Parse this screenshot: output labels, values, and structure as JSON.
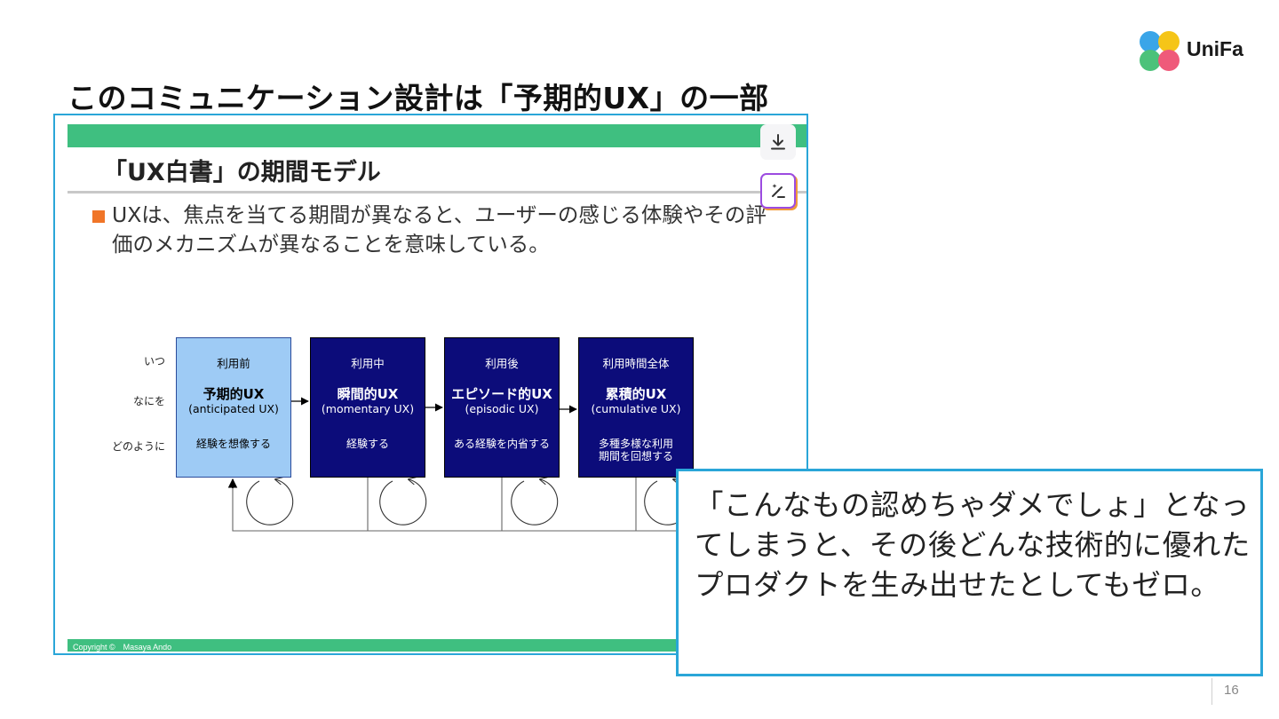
{
  "page": {
    "title": "このコミュニケーション設計は「予期的UX」の一部",
    "page_number": "16"
  },
  "logo": {
    "text": "UniFa"
  },
  "slide": {
    "title": "「UX白書」の期間モデル",
    "bullet": "UXは、焦点を当てる期間が異なると、ユーザーの感じる体験やその評価のメカニズムが異なることを意味している。",
    "copyright": "Copyright ©　Masaya Ando",
    "row_labels": [
      "いつ",
      "なにを",
      "どのように"
    ],
    "stages": [
      {
        "when": "利用前",
        "name": "予期的UX",
        "en": "(anticipated UX)",
        "how": "経験を想像する"
      },
      {
        "when": "利用中",
        "name": "瞬間的UX",
        "en": "(momentary UX)",
        "how": "経験する"
      },
      {
        "when": "利用後",
        "name": "エピソード的UX",
        "en": "(episodic UX)",
        "how": "ある経験を内省する"
      },
      {
        "when": "利用時間全体",
        "name": "累積的UX",
        "en": "(cumulative UX)",
        "how": "多種多様な利用\n期間を回想する"
      }
    ]
  },
  "toolbar": {
    "download_icon": "download-icon",
    "edit_icon": "magic-pen-icon"
  },
  "callout": {
    "text": "「こんなもの認めちゃダメでしょ」となってしまうと、その後どんな技術的に優れたプロダクトを生み出せたとしてもゼロ。"
  },
  "colors": {
    "accent_green": "#3fbf80",
    "frame_blue": "#2aa6d8",
    "stage_dark": "#0c0c7a",
    "stage_light": "#9ecbf5",
    "bullet_orange": "#f07528"
  }
}
